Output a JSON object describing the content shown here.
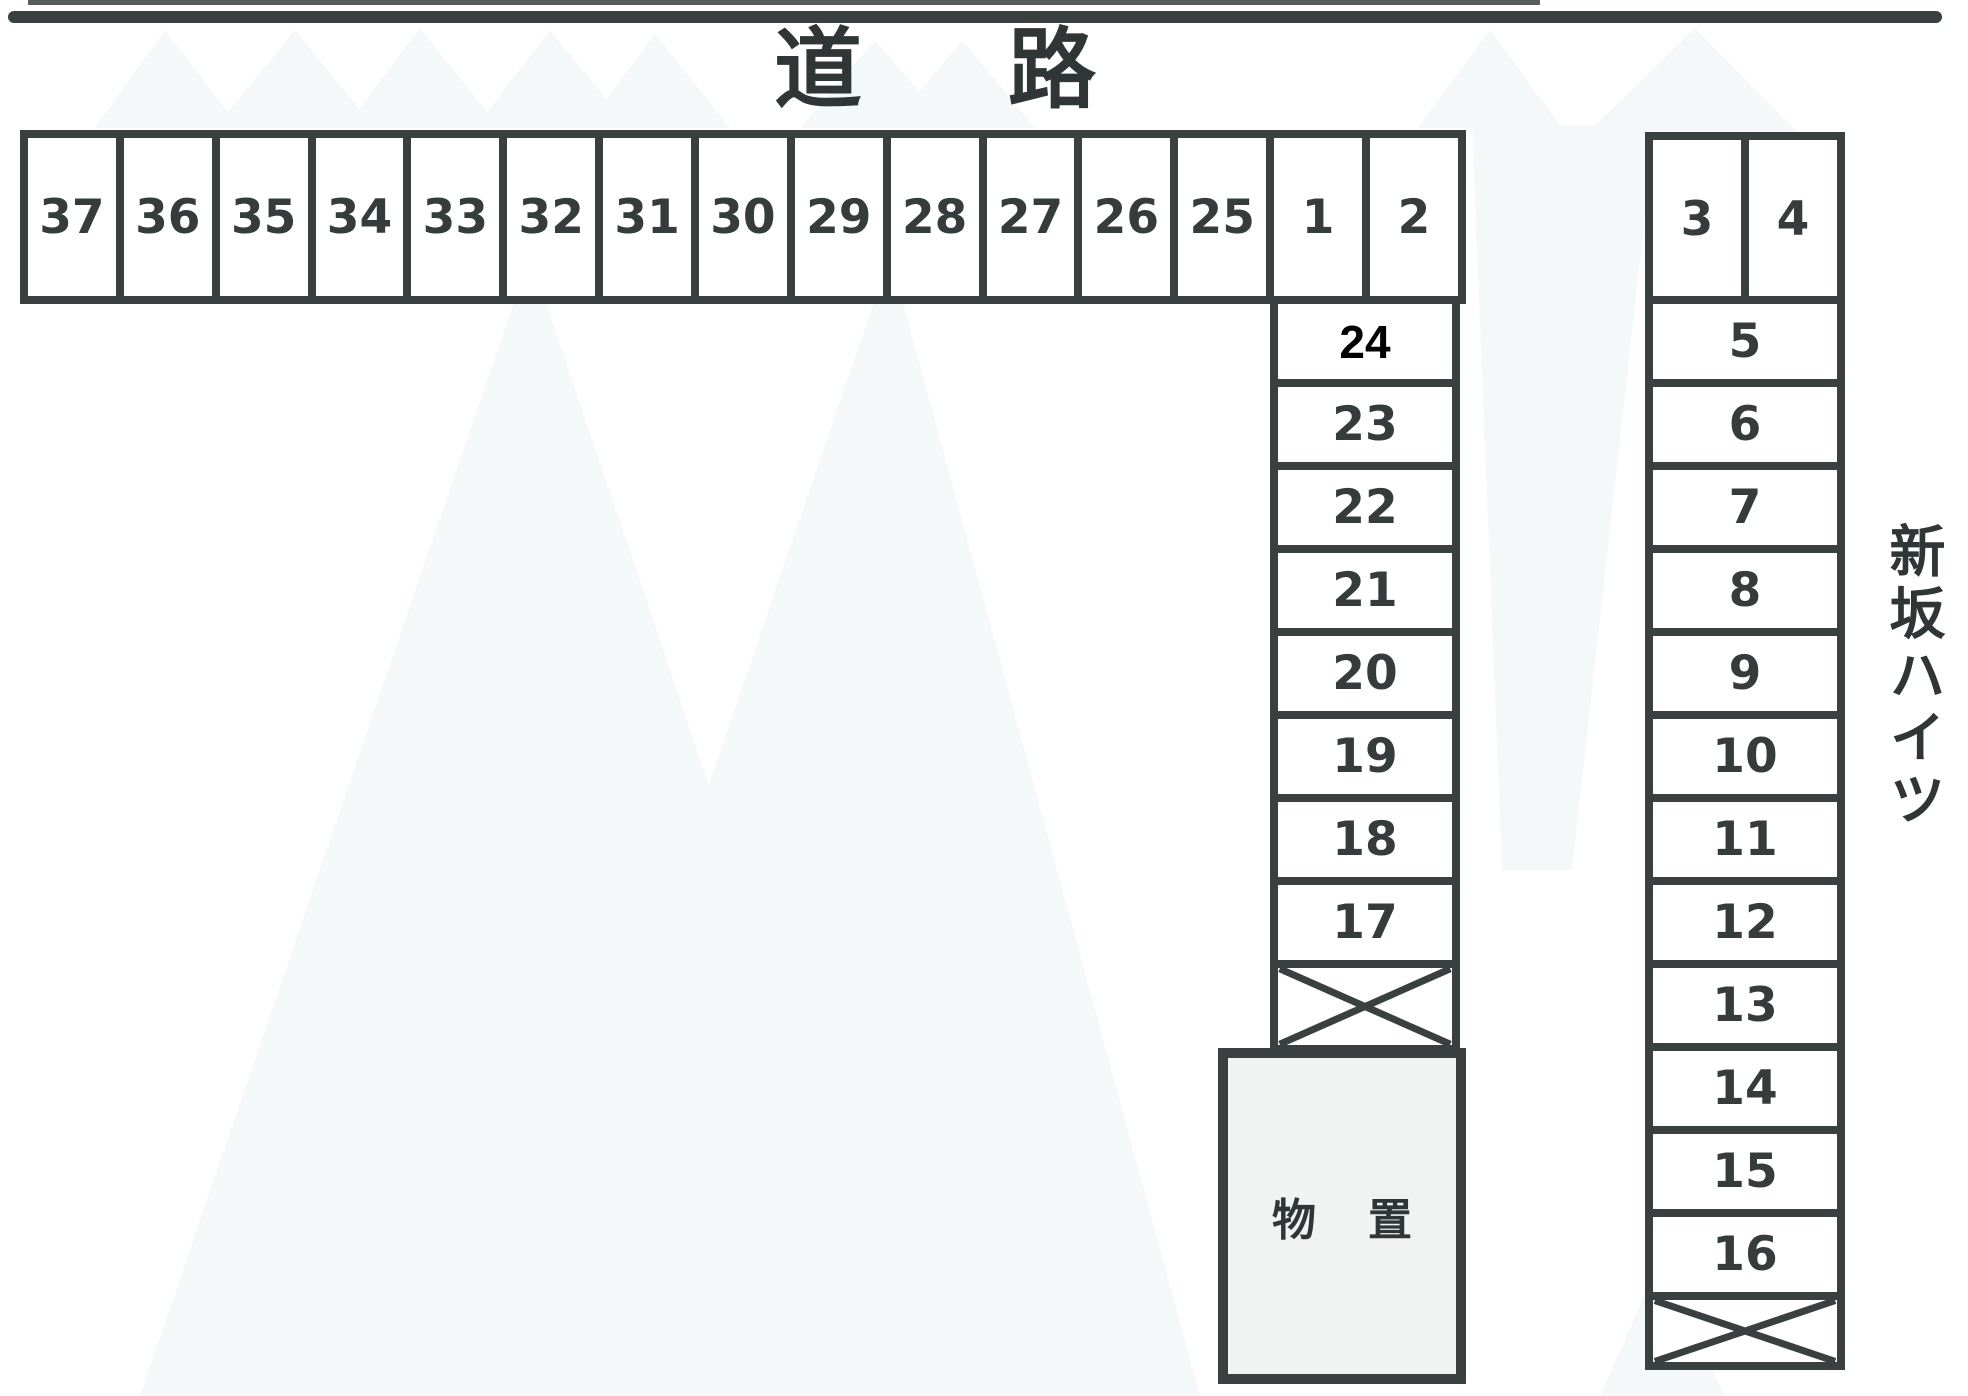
{
  "palette": {
    "bg": "#ffffff",
    "line": "#3a403f",
    "number": "#363c3b",
    "added_number": "#000000",
    "kanji": "#303635",
    "shed_fill": "#f1f3f2",
    "watermark": "#f5f8f8"
  },
  "road": {
    "label": "道路"
  },
  "building": {
    "label": "新坂ハイツ"
  },
  "shed": {
    "label": "物置"
  },
  "top_row_spaces": [
    "37",
    "36",
    "35",
    "34",
    "33",
    "32",
    "31",
    "30",
    "29",
    "28",
    "27",
    "26",
    "25",
    "1",
    "2"
  ],
  "right_top_spaces": [
    "3",
    "4"
  ],
  "left_column_spaces": [
    "24",
    "23",
    "22",
    "21",
    "20",
    "19",
    "18",
    "17"
  ],
  "right_column_spaces": [
    "5",
    "6",
    "7",
    "8",
    "9",
    "10",
    "11",
    "12",
    "13",
    "14",
    "15",
    "16"
  ],
  "highlighted_space": "24",
  "left_column_has_crossed_cell": true,
  "right_column_has_crossed_cell": true
}
